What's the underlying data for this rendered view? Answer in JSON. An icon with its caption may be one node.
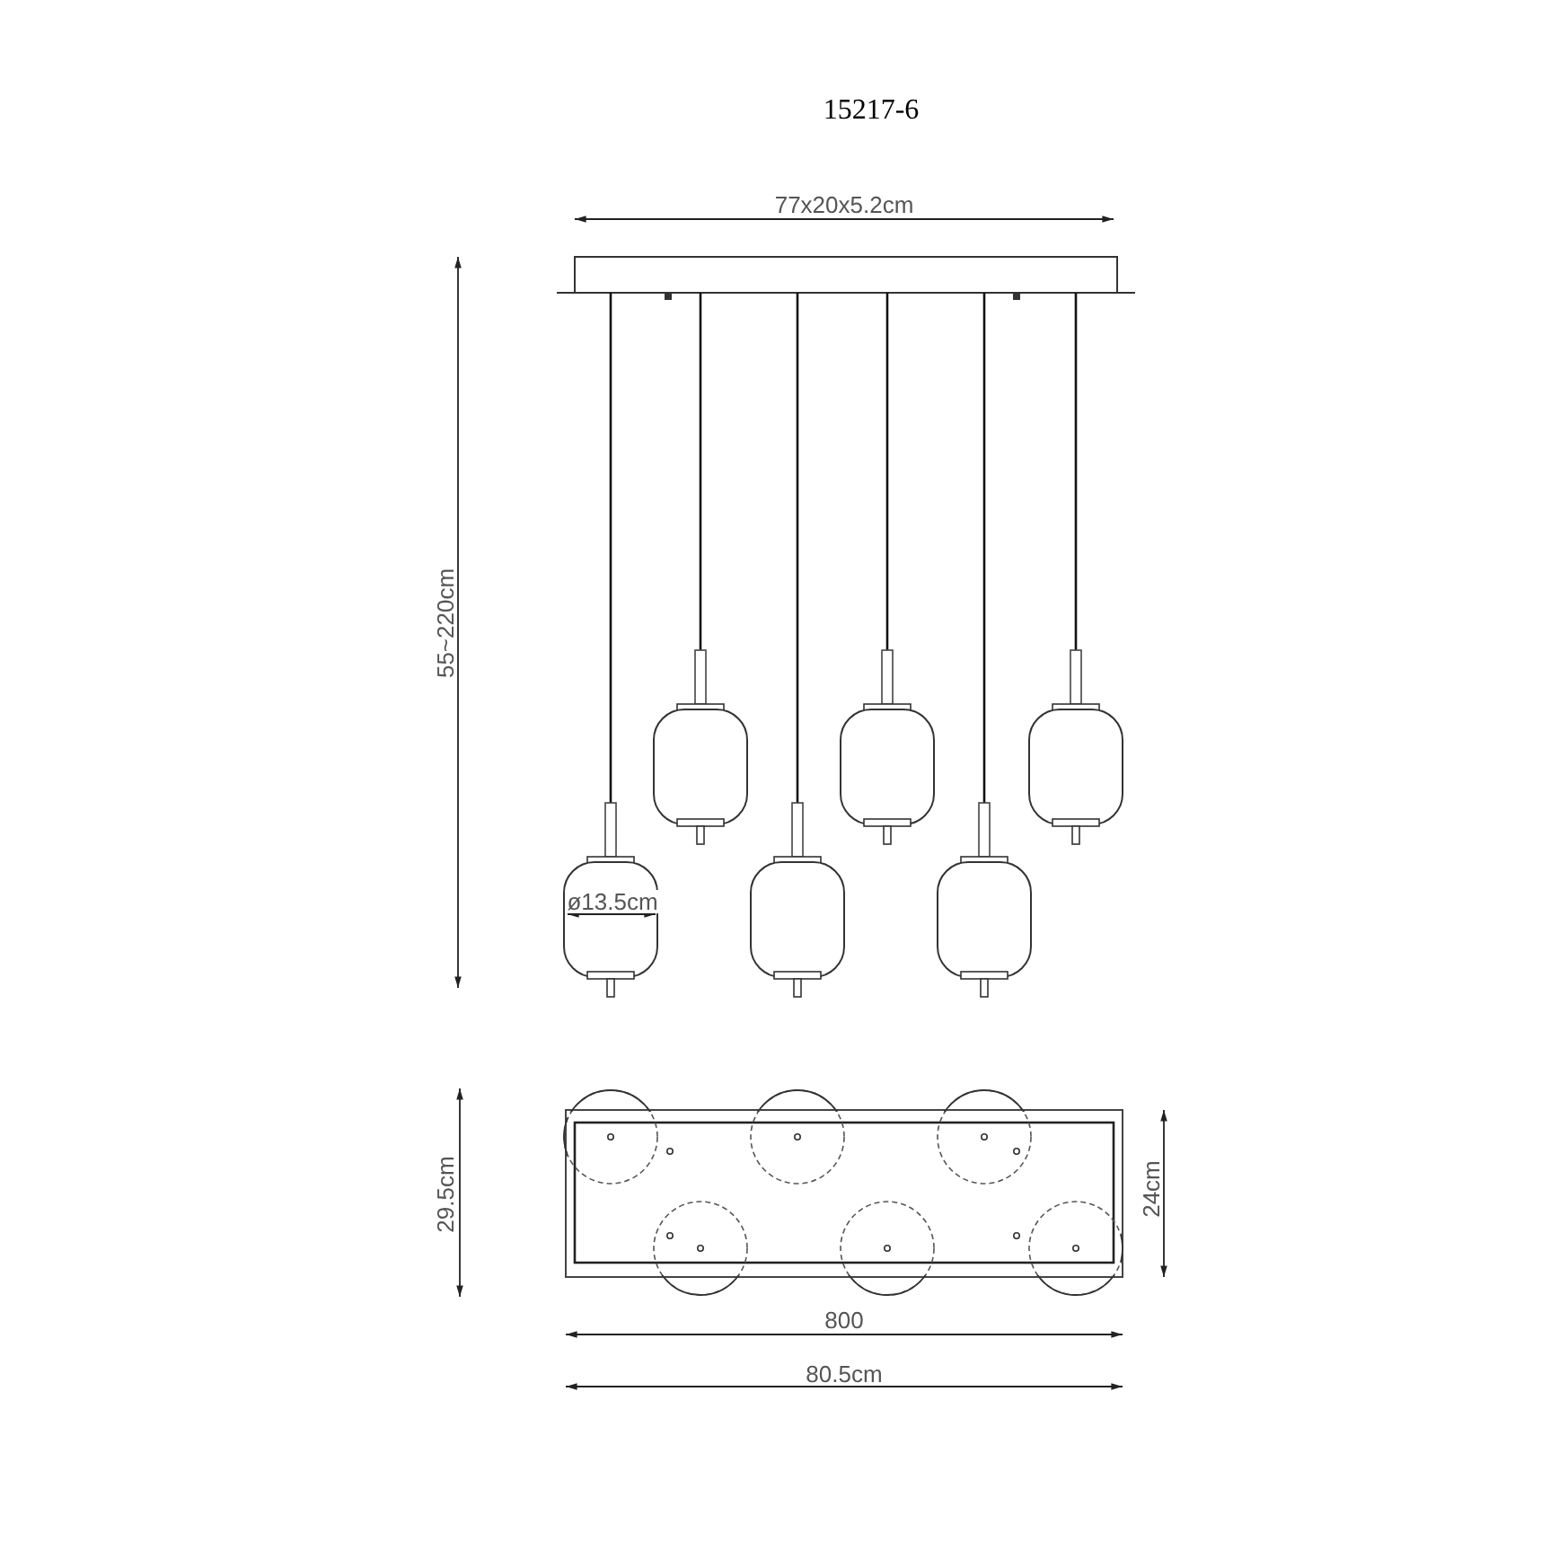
{
  "diagram": {
    "title": "15217-6",
    "labels": [
      "77x20x5.2cm",
      "55~220cm",
      "ø13.5cm",
      "29.5cm",
      "24cm",
      "800",
      "80.5cm"
    ]
  }
}
